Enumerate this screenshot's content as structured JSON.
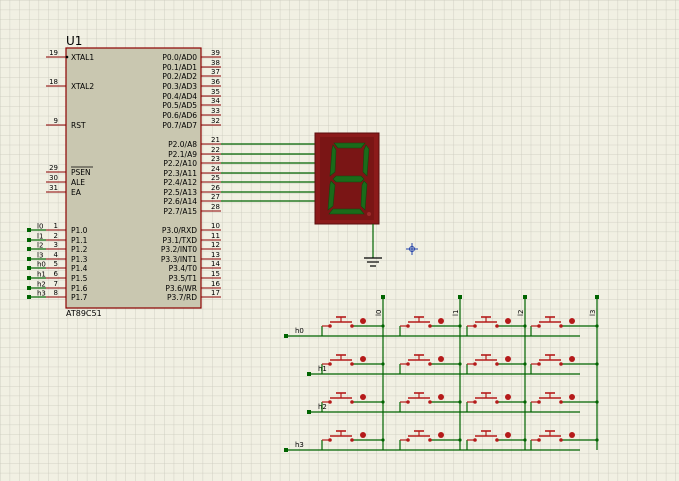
{
  "colors": {
    "background": "#f1f0e3",
    "grid": "#c9c8bc",
    "chip_body": "#c9c7b0",
    "chip_outline": "#8b0000",
    "pin_line": "#8b0000",
    "wire": "#006400",
    "text": "#000000",
    "display_body": "#8b1a1a",
    "segment_on": "#1a6b1a",
    "segment_off": "#9c2b2b",
    "button": "#b51a1a",
    "cursor": "#1f3fa8"
  },
  "chip": {
    "reference": "U1",
    "part": "AT89C51",
    "left_pins": [
      {
        "num": "19",
        "name": "XTAL1"
      },
      {
        "num": "18",
        "name": "XTAL2"
      },
      {
        "num": "9",
        "name": "RST"
      },
      {
        "num": "29",
        "name": "PSEN"
      },
      {
        "num": "30",
        "name": "ALE"
      },
      {
        "num": "31",
        "name": "EA"
      },
      {
        "num": "1",
        "name": "P1.0"
      },
      {
        "num": "2",
        "name": "P1.1"
      },
      {
        "num": "3",
        "name": "P1.2"
      },
      {
        "num": "4",
        "name": "P1.3"
      },
      {
        "num": "5",
        "name": "P1.4"
      },
      {
        "num": "6",
        "name": "P1.5"
      },
      {
        "num": "7",
        "name": "P1.6"
      },
      {
        "num": "8",
        "name": "P1.7"
      }
    ],
    "right_pins": [
      {
        "num": "39",
        "name": "P0.0/AD0"
      },
      {
        "num": "38",
        "name": "P0.1/AD1"
      },
      {
        "num": "37",
        "name": "P0.2/AD2"
      },
      {
        "num": "36",
        "name": "P0.3/AD3"
      },
      {
        "num": "35",
        "name": "P0.4/AD4"
      },
      {
        "num": "34",
        "name": "P0.5/AD5"
      },
      {
        "num": "33",
        "name": "P0.6/AD6"
      },
      {
        "num": "32",
        "name": "P0.7/AD7"
      },
      {
        "num": "21",
        "name": "P2.0/A8"
      },
      {
        "num": "22",
        "name": "P2.1/A9"
      },
      {
        "num": "23",
        "name": "P2.2/A10"
      },
      {
        "num": "24",
        "name": "P2.3/A11"
      },
      {
        "num": "25",
        "name": "P2.4/A12"
      },
      {
        "num": "26",
        "name": "P2.5/A13"
      },
      {
        "num": "27",
        "name": "P2.6/A14"
      },
      {
        "num": "28",
        "name": "P2.7/A15"
      },
      {
        "num": "10",
        "name": "P3.0/RXD"
      },
      {
        "num": "11",
        "name": "P3.1/TXD"
      },
      {
        "num": "12",
        "name": "P3.2/INT0"
      },
      {
        "num": "13",
        "name": "P3.3/INT1"
      },
      {
        "num": "14",
        "name": "P3.4/T0"
      },
      {
        "num": "15",
        "name": "P3.5/T1"
      },
      {
        "num": "16",
        "name": "P3.6/WR"
      },
      {
        "num": "17",
        "name": "P3.7/RD"
      }
    ],
    "p1_net_labels": [
      "l0",
      "l1",
      "l2",
      "l3",
      "h0",
      "h1",
      "h2",
      "h3"
    ]
  },
  "display": {
    "digit": "8"
  },
  "keypad": {
    "row_labels": [
      "h0",
      "h1",
      "h2",
      "h3"
    ],
    "column_labels": [
      "l0",
      "l1",
      "l2",
      "l3"
    ]
  }
}
